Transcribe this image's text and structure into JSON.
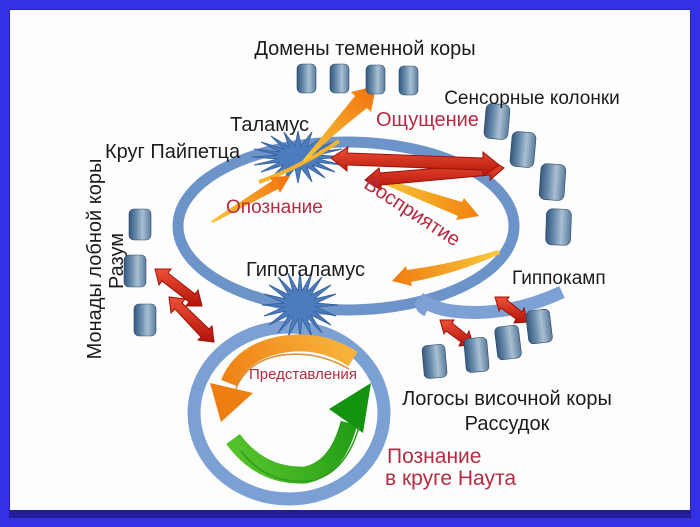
{
  "diagram": {
    "labels": {
      "parietal_domains": "Домены теменной коры",
      "sensory_columns": "Сенсорные колонки",
      "thalamus": "Таламус",
      "sensation": "Ощущение",
      "papez_circle": "Круг Пайпетца",
      "recognition": "Опознание",
      "perception": "Восприятие",
      "frontal_monads": "Монады лобной коры",
      "mind": "Разум",
      "hypothalamus": "Гипоталамус",
      "hippocampus": "Гиппокамп",
      "representations": "Представления",
      "temporal_logos": "Логосы височной коры",
      "reason": "Рассудок",
      "cognition_line1": "Познание",
      "cognition_line2": "в круге Наута"
    },
    "colors": {
      "frame_blue": "#3431e4",
      "ring_blue": "#6d94c8",
      "starburst_blue": "#4c7cbd",
      "arrow_red": "#d3301f",
      "arrow_orange": "#f0820f",
      "arrow_green": "#2ba015",
      "text_red": "#b52c42",
      "text_black": "#1c1c1c",
      "cylinder_blue": "#5b7f9f"
    }
  }
}
